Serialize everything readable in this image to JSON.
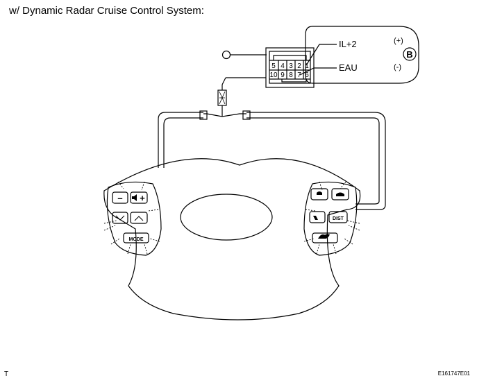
{
  "caption": "w/ Dynamic Radar Cruise Control System:",
  "connector": {
    "pins_top": [
      "5",
      "4",
      "3",
      "2",
      "1"
    ],
    "pins_bottom": [
      "10",
      "9",
      "8",
      "7",
      "6"
    ]
  },
  "labels": {
    "il2": "IL+2",
    "eau": "EAU",
    "plus": "(+)",
    "minus": "(-)",
    "meter": "B"
  },
  "left_switch": {
    "minus": "–",
    "plus": "+",
    "mode": "MODE"
  },
  "right_switch": {
    "dist": "DIST"
  },
  "footer": {
    "left": "T",
    "right": "E161747E01"
  }
}
